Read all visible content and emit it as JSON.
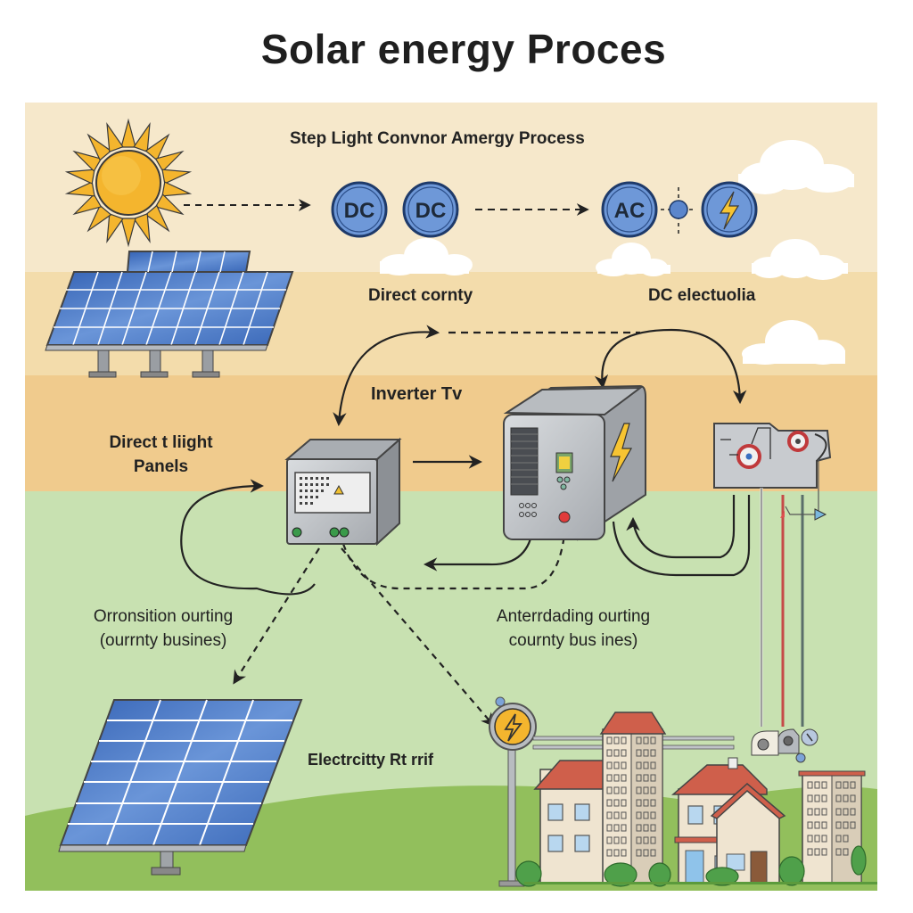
{
  "title": "Solar energy Proces",
  "colors": {
    "sky_top": "#f6e8cb",
    "sky_mid": "#f3dcab",
    "band_orange": "#f0cb8d",
    "grass_light": "#c8e1b1",
    "grass_dark": "#92bf5c",
    "panel_blue": "#3f6fc0",
    "badge_blue": "#6e98d8",
    "sun_yellow": "#f4b52e",
    "bolt_yellow": "#f7c432",
    "roof_red": "#cf5f4b",
    "ink": "#222222"
  },
  "header_label": "Step Light Convnor Amergy Process",
  "badges": [
    {
      "text": "DC",
      "icon": "dc-badge"
    },
    {
      "text": "DC",
      "icon": "dc-badge"
    },
    {
      "text": "AC",
      "icon": "ac-badge"
    },
    {
      "text": "",
      "icon": "lightning-badge"
    }
  ],
  "labels": {
    "direct_current": "Direct cornty",
    "dc_electricity": "DC electuolia",
    "inverter": "Inverter Tv",
    "panels_line1": "Direct t liight",
    "panels_line2": "Panels",
    "left_note_line1": "Orronsition ourting",
    "left_note_line2": "(ourrnty busines)",
    "right_note_line1": "Anterrdading ourting",
    "right_note_line2": "cournty bus ines)",
    "grid": "Electrcitty Rt rrif"
  },
  "components": [
    {
      "name": "sun",
      "icon": "sun-icon"
    },
    {
      "name": "solar-panel-top",
      "icon": "solar-panel-icon"
    },
    {
      "name": "charge-controller",
      "icon": "controller-box-icon"
    },
    {
      "name": "inverter",
      "icon": "inverter-icon"
    },
    {
      "name": "meter-panel",
      "icon": "meter-panel-icon"
    },
    {
      "name": "solar-panel-bottom",
      "icon": "solar-panel-icon"
    },
    {
      "name": "grid-pole",
      "icon": "lightning-sign-icon"
    },
    {
      "name": "buildings",
      "icon": "city-buildings-icon"
    }
  ]
}
